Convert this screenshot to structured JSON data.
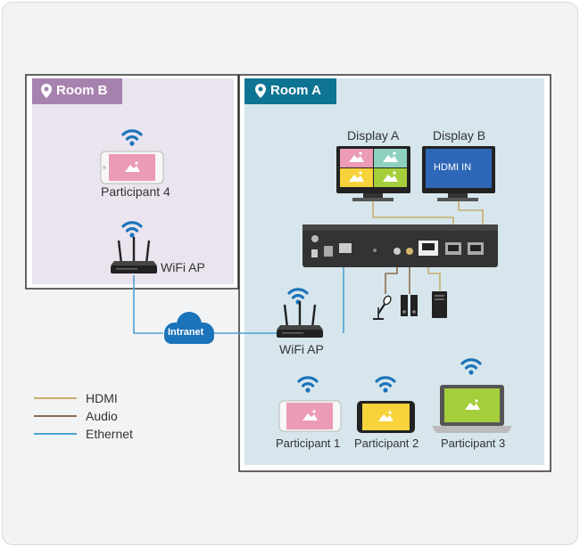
{
  "rooms": {
    "room_b": "Room B",
    "room_a": "Room A"
  },
  "displays": {
    "display_a": "Display A",
    "display_b": "Display B",
    "display_b_screen": "HDMI IN"
  },
  "devices": {
    "wifi_ap_b": "WiFi AP",
    "wifi_ap_a": "WiFi AP",
    "intranet": "Intranet",
    "participant_1": "Participant 1",
    "participant_2": "Participant 2",
    "participant_3": "Participant 3",
    "participant_4": "Participant 4"
  },
  "legend": [
    {
      "label": "HDMI",
      "color": "#c8ae6e"
    },
    {
      "label": "Audio",
      "color": "#8e6c4e"
    },
    {
      "label": "Ethernet",
      "color": "#4ea1d3"
    }
  ],
  "colors": {
    "room_b_fill": "#e9e4ee",
    "room_b_tab": "#a782ae",
    "room_a_fill": "#d6e6ec",
    "room_a_tab": "#0f7493",
    "wifi": "#1b73ba",
    "intranet_cloud": "#1b73ba"
  }
}
